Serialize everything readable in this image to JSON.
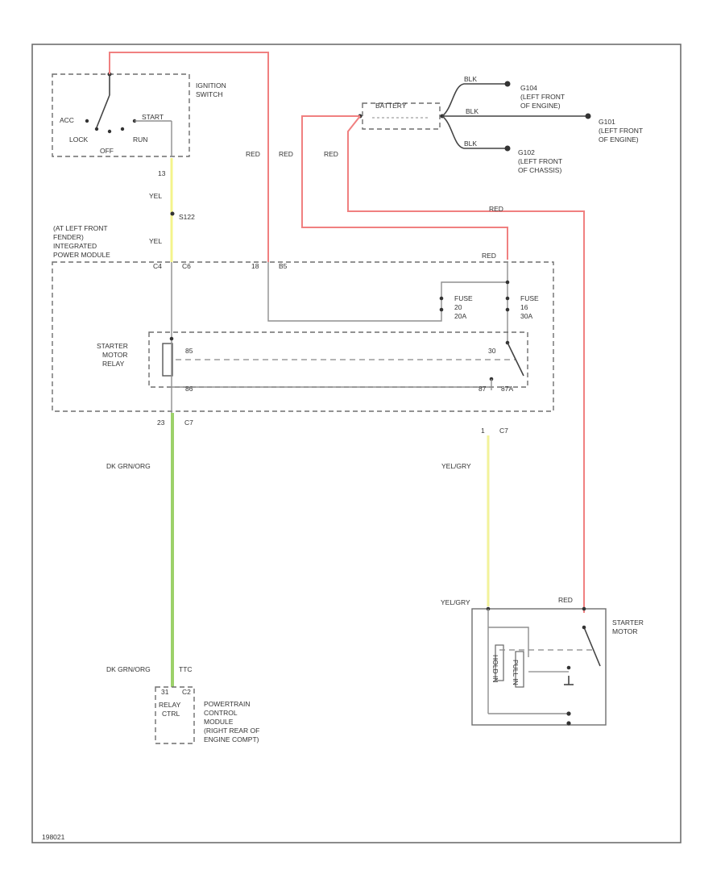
{
  "colors": {
    "red_wire": "#f08080",
    "yellow_wire": "#f4f48c",
    "green_wire": "#9cd16a",
    "yelgry_wire": "#f2f29a",
    "outline": "#6e6e6e",
    "text": "#333333"
  },
  "ignition_switch": {
    "label_l1": "IGNITION",
    "label_l2": "SWITCH",
    "acc": "ACC",
    "lock": "LOCK",
    "run": "RUN",
    "start": "START",
    "off": "OFF"
  },
  "battery": {
    "label": "BATTERY",
    "blk_1": "BLK",
    "blk_2": "BLK",
    "blk_3": "BLK",
    "g104_id": "G104",
    "g104_l1": "(LEFT FRONT",
    "g104_l2": "OF ENGINE)",
    "g101_id": "G101",
    "g101_l1": "(LEFT FRONT",
    "g101_l2": "OF ENGINE)",
    "g102_id": "G102",
    "g102_l1": "(LEFT FRONT",
    "g102_l2": "OF CHASSIS)"
  },
  "wires": {
    "red_1": "RED",
    "red_2": "RED",
    "red_3": "RED",
    "red_4": "RED",
    "red_5": "RED",
    "red_6": "RED",
    "yel_1": "YEL",
    "yel_2": "YEL",
    "dk_grn_org_1": "DK GRN/ORG",
    "dk_grn_org_2": "DK GRN/ORG",
    "yel_gry_1": "YEL/GRY",
    "yel_gry_2": "YEL/GRY"
  },
  "ipm": {
    "l1": "(AT LEFT FRONT",
    "l2": "FENDER)",
    "l3": "INTEGRATED",
    "l4": "POWER MODULE",
    "pin_c4": "C4",
    "pin_c6": "C6",
    "pin_18": "18",
    "pin_b5": "B5",
    "pin_23": "23",
    "pin_c7": "C7",
    "pin_1": "1",
    "pin_c7b": "C7",
    "pin_85": "85",
    "pin_30": "30",
    "pin_86": "86",
    "pin_87": "87",
    "pin_87a": "87A",
    "fuse_a_l1": "FUSE",
    "fuse_a_l2": "20",
    "fuse_a_l3": "20A",
    "fuse_b_l1": "FUSE",
    "fuse_b_l2": "16",
    "fuse_b_l3": "30A",
    "relay_l1": "STARTER",
    "relay_l2": "MOTOR",
    "relay_l3": "RELAY"
  },
  "splice": {
    "pin_13": "13",
    "s122": "S122"
  },
  "pcm": {
    "pin_31": "31",
    "conn": "C2",
    "pin_ttc": "TTC",
    "relay_ctrl_l1": "RELAY",
    "relay_ctrl_l2": "CTRL",
    "l1": "POWERTRAIN",
    "l2": "CONTROL",
    "l3": "MODULE",
    "l4": "(RIGHT REAR OF",
    "l5": "ENGINE COMPT)"
  },
  "starter": {
    "l1": "STARTER",
    "l2": "MOTOR",
    "hold_in": "HOLD IN",
    "pull_in": "PULL IN"
  },
  "footer": {
    "code": "198021"
  }
}
